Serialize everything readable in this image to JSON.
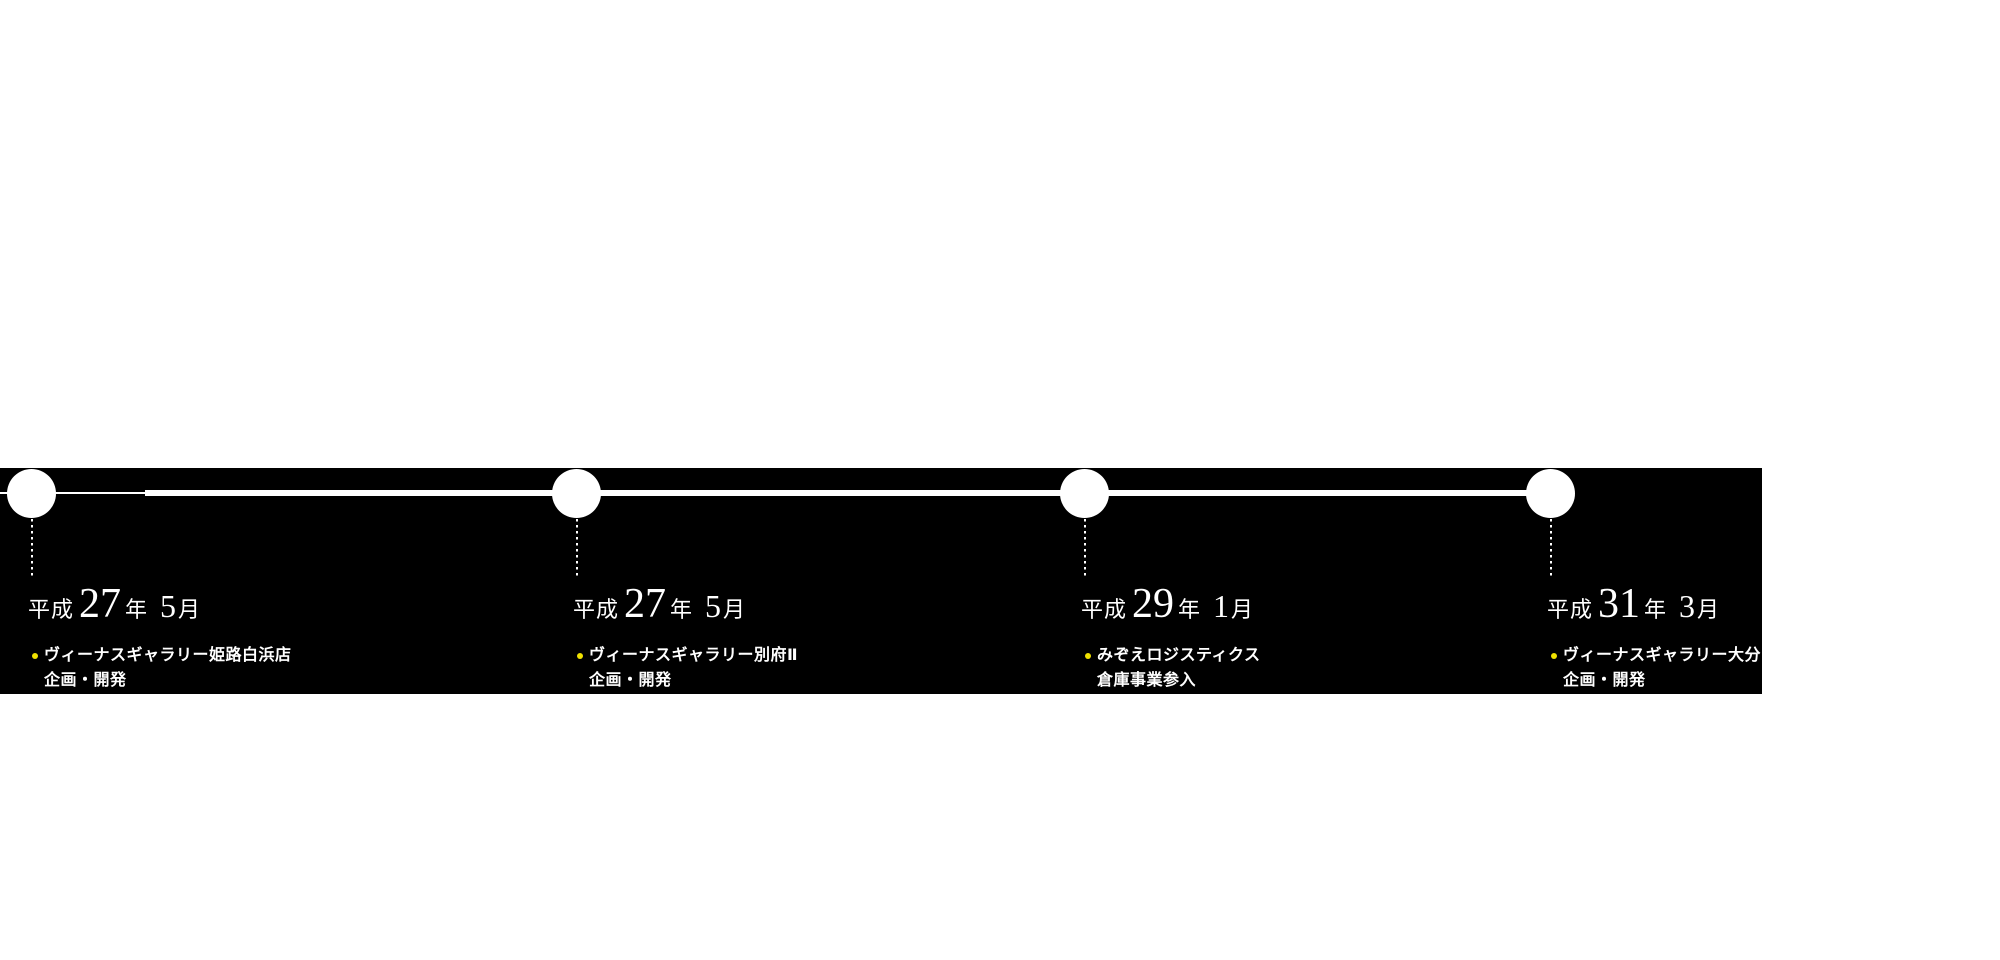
{
  "colors": {
    "band_background": "#000000",
    "timeline_line": "#ffffff",
    "text": "#ffffff",
    "bullet": "#f0e100"
  },
  "timeline": {
    "nodes": [
      {
        "era": "平成",
        "year": "27",
        "year_suffix": "年",
        "month": "5",
        "month_suffix": "月",
        "title": "ヴィーナスギャラリー姫路白浜店",
        "subtitle": "企画・開発"
      },
      {
        "era": "平成",
        "year": "27",
        "year_suffix": "年",
        "month": "5",
        "month_suffix": "月",
        "title": "ヴィーナスギャラリー別府Ⅱ",
        "subtitle": "企画・開発"
      },
      {
        "era": "平成",
        "year": "29",
        "year_suffix": "年",
        "month": "1",
        "month_suffix": "月",
        "title": "みぞえロジスティクス",
        "subtitle": "倉庫事業参入"
      },
      {
        "era": "平成",
        "year": "31",
        "year_suffix": "年",
        "month": "3",
        "month_suffix": "月",
        "title": "ヴィーナスギャラリー大分",
        "subtitle": "企画・開発"
      }
    ]
  }
}
